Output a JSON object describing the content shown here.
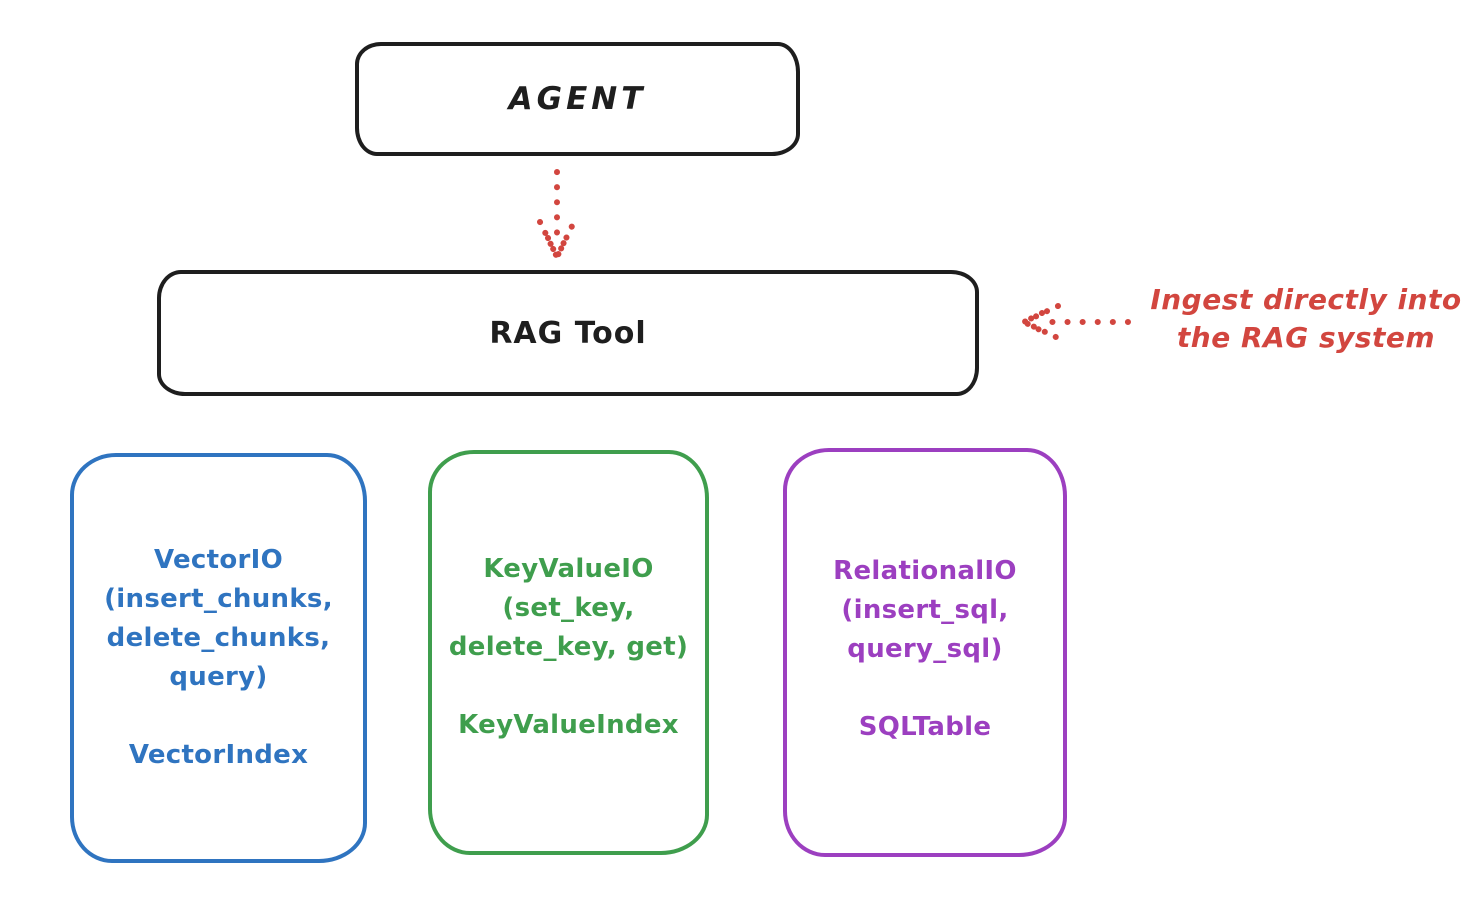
{
  "colors": {
    "ink": "#1e1e1e",
    "red": "#d2463f",
    "blue": "#2f74c0",
    "green": "#3f9e4d",
    "purple": "#9c3fc0",
    "background": "#ffffff"
  },
  "agent": {
    "label": "AGENT"
  },
  "rag_tool": {
    "label": "RAG Tool"
  },
  "annotation": {
    "line1": "Ingest directly into",
    "line2": "the RAG system"
  },
  "arrows": [
    {
      "id": "agent-to-ragtool",
      "style": "dotted",
      "direction": "down"
    },
    {
      "id": "ingest-into-ragtool",
      "style": "dotted",
      "direction": "left"
    }
  ],
  "cards": [
    {
      "id": "vector-io",
      "lines": [
        "VectorIO",
        "(insert_chunks,",
        "delete_chunks,",
        "query)"
      ],
      "index_label": "VectorIndex"
    },
    {
      "id": "keyvalue-io",
      "lines": [
        "KeyValueIO",
        "(set_key,",
        "delete_key, get)"
      ],
      "index_label": "KeyValueIndex"
    },
    {
      "id": "relational-io",
      "lines": [
        "RelationalIO",
        "(insert_sql,",
        "query_sql)"
      ],
      "index_label": "SQLTable"
    }
  ]
}
